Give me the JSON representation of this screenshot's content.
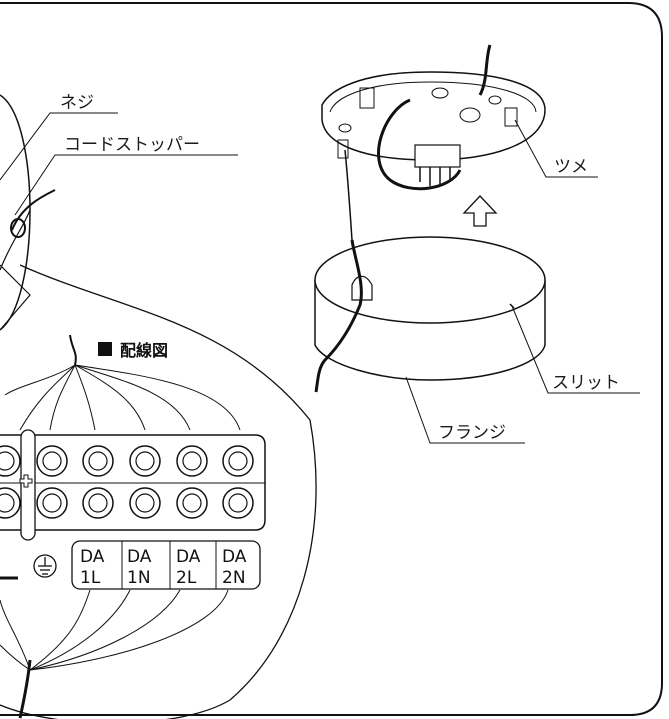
{
  "labels": {
    "screw": "ネジ",
    "cord_stopper": "コードストッパー",
    "tab": "ツメ",
    "slit": "スリット",
    "flange": "フランジ",
    "wiring_title": "配線図"
  },
  "terminals": [
    {
      "line1": "DA",
      "line2": "1L"
    },
    {
      "line1": "DA",
      "line2": "1N"
    },
    {
      "line1": "DA",
      "line2": "2L"
    },
    {
      "line1": "DA",
      "line2": "2N"
    }
  ],
  "colors": {
    "line": "#111111",
    "background": "#ffffff"
  },
  "icons": {
    "ground": "ground-symbol-icon",
    "arrow": "up-arrow-icon",
    "title_marker": "black-square-icon"
  }
}
